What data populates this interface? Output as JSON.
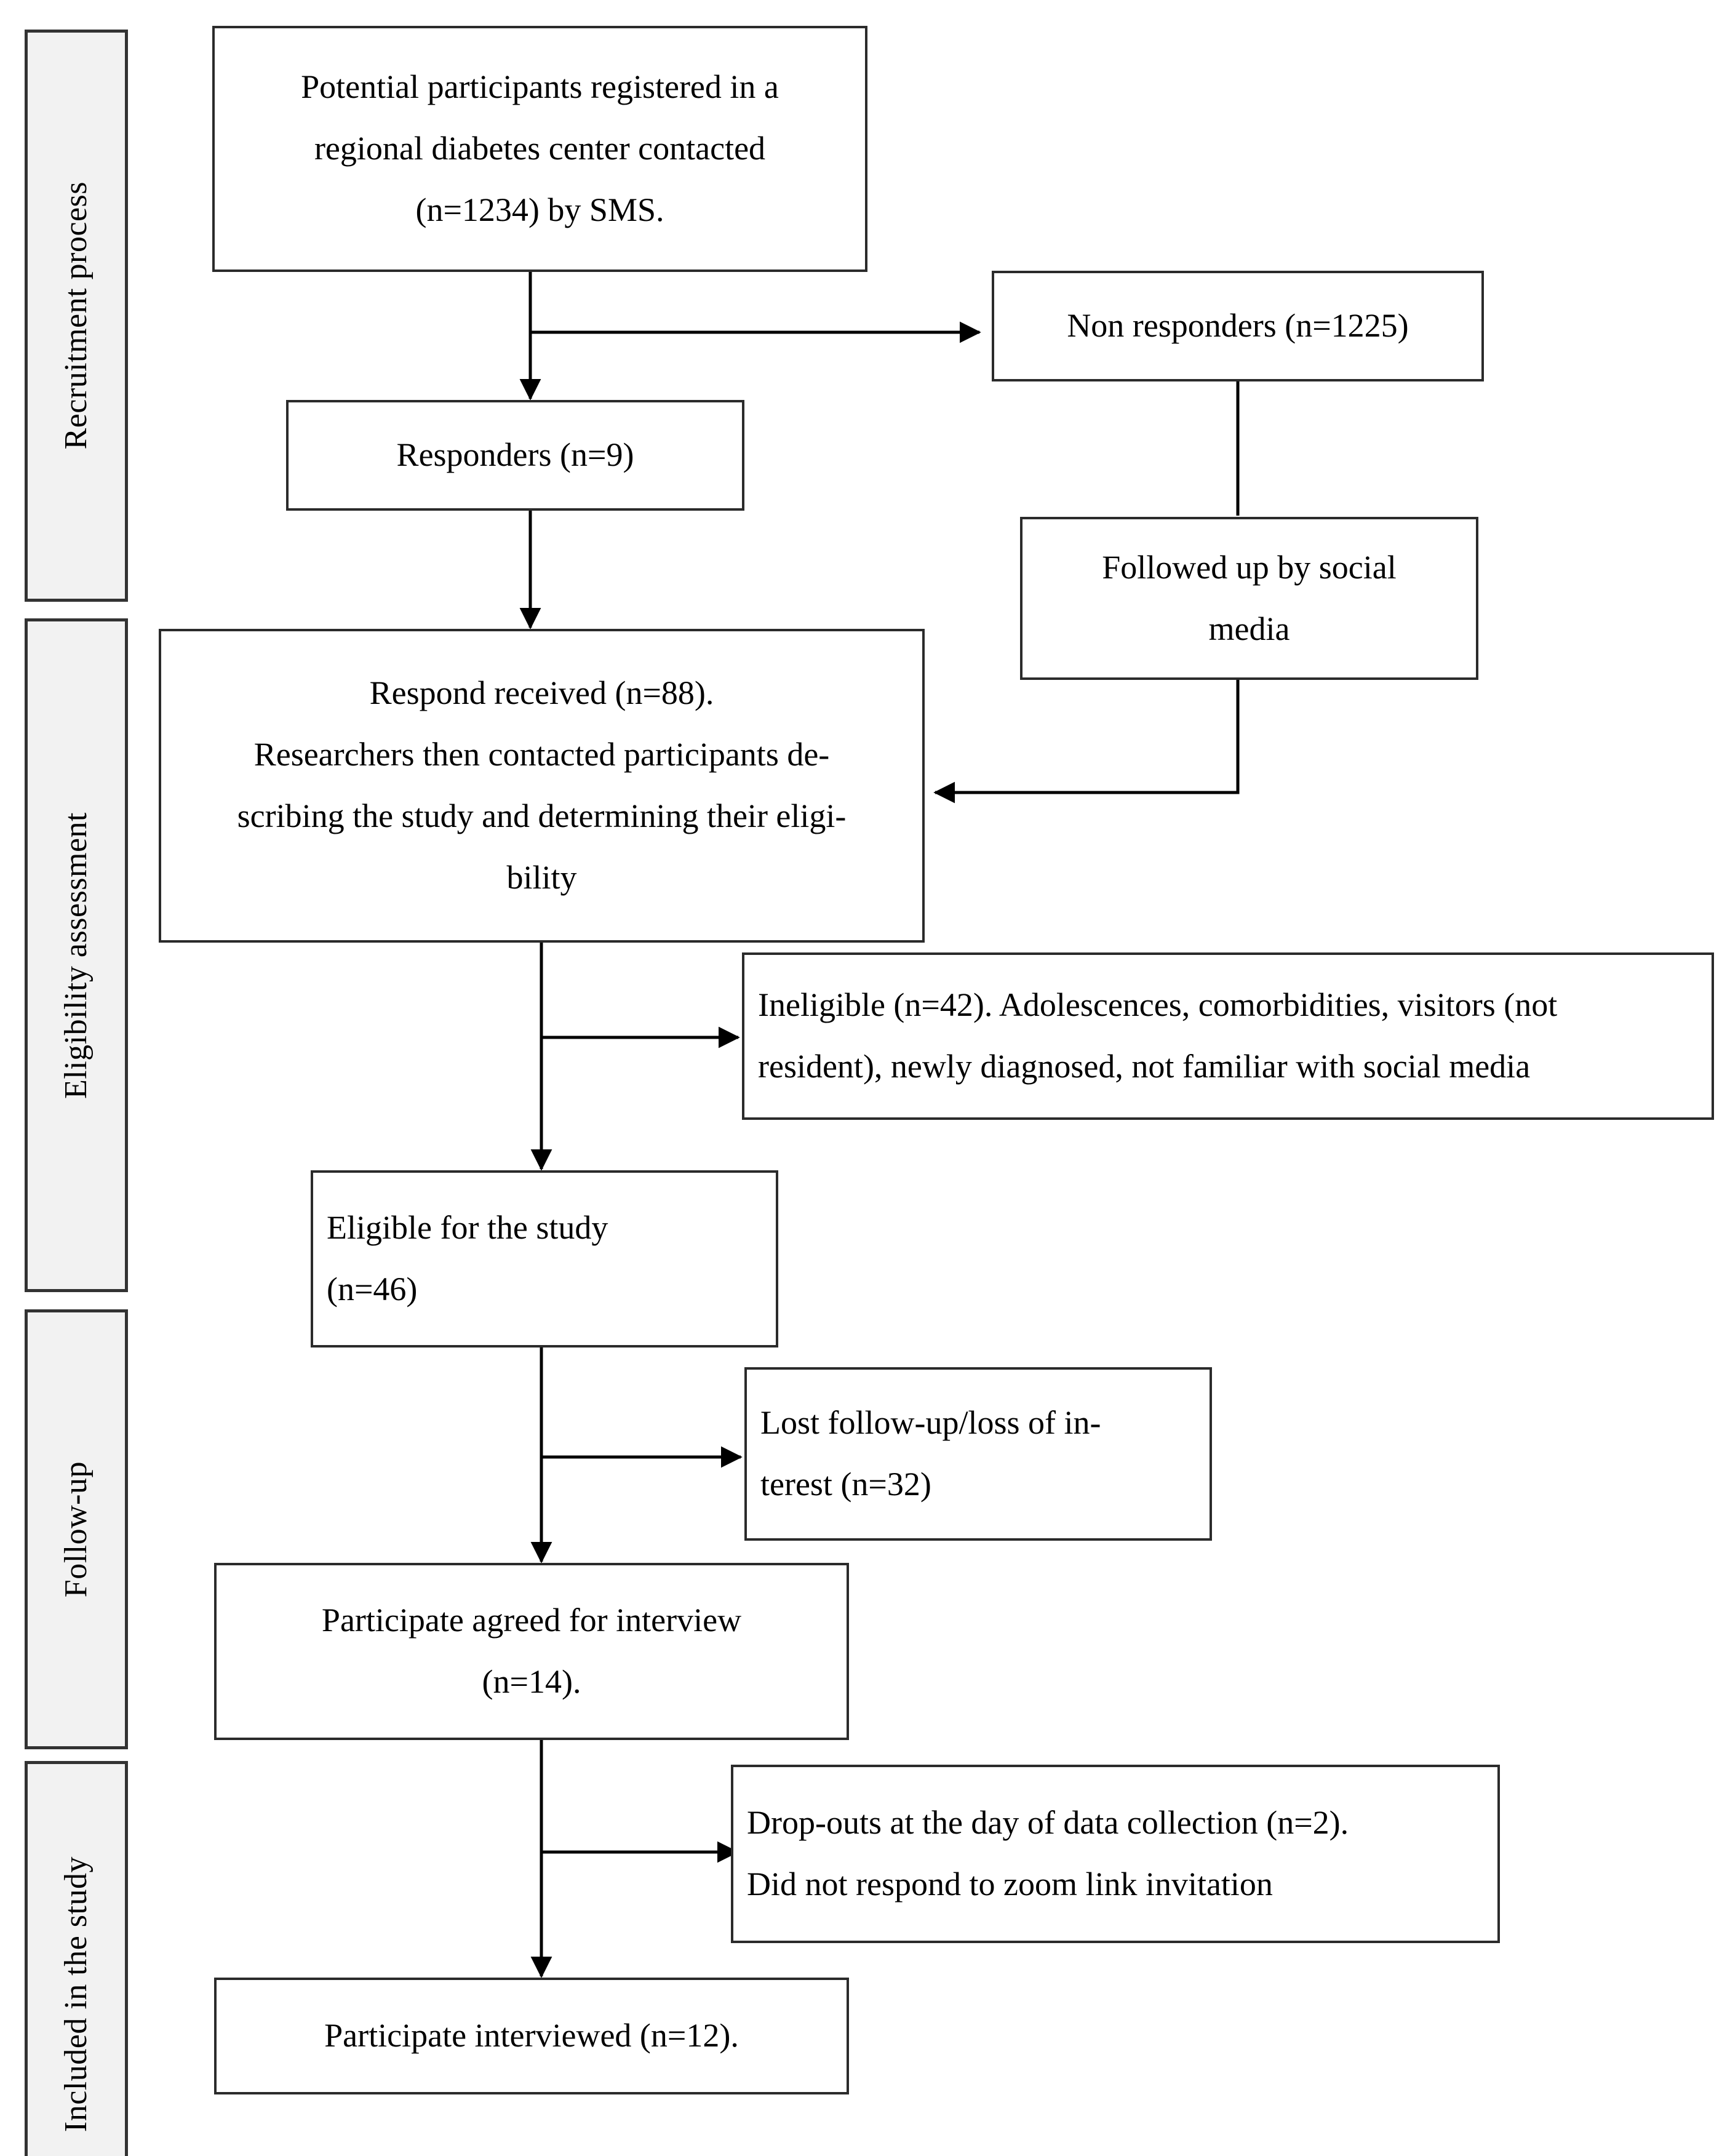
{
  "figure": {
    "type": "participant-flow-diagram",
    "orientation": "vertical",
    "colors": {
      "stage_fill": "#f2f2f2",
      "stage_border": "#333333",
      "node_fill": "#ffffff",
      "node_border": "#2b2b2b",
      "connector": "#000000",
      "page_background": "#ffffff"
    }
  },
  "stages": [
    {
      "id": "recruitment",
      "label": "Recruitment process"
    },
    {
      "id": "eligibility",
      "label": "Eligibility assessment"
    },
    {
      "id": "followup",
      "label": "Follow-up"
    },
    {
      "id": "included",
      "label": "Included in the study"
    }
  ],
  "nodes": [
    {
      "id": "registered",
      "stage": "recruitment",
      "align": "center",
      "lines": [
        "Potential participants registered in a",
        "regional diabetes center contacted",
        "(n=1234) by SMS."
      ],
      "n": 1234
    },
    {
      "id": "non-responders",
      "stage": "recruitment",
      "align": "center",
      "lines": [
        "Non responders (n=1225)"
      ],
      "n": 1225
    },
    {
      "id": "responders",
      "stage": "recruitment",
      "align": "center",
      "lines": [
        "Responders (n=9)"
      ],
      "n": 9
    },
    {
      "id": "followed-up-social-media",
      "stage": "recruitment",
      "align": "center",
      "lines": [
        "Followed up by social",
        "media"
      ],
      "n": null
    },
    {
      "id": "respond-received",
      "stage": "eligibility",
      "align": "center",
      "lines": [
        "Respond received (n=88).",
        "Researchers then contacted participants de-",
        "scribing the study and determining their eligi-",
        "bility"
      ],
      "n": 88
    },
    {
      "id": "ineligible",
      "stage": "eligibility",
      "align": "left",
      "lines": [
        "Ineligible (n=42). Adolescences, comorbidities, visitors (not",
        "resident), newly diagnosed, not familiar with social media"
      ],
      "n": 42
    },
    {
      "id": "eligible",
      "stage": "eligibility",
      "align": "left",
      "lines": [
        "Eligible for the study",
        "(n=46)"
      ],
      "n": 46
    },
    {
      "id": "lost-follow-up",
      "stage": "followup",
      "align": "left",
      "lines": [
        "Lost follow-up/loss of in-",
        "terest (n=32)"
      ],
      "n": 32
    },
    {
      "id": "agreed-interview",
      "stage": "followup",
      "align": "center",
      "lines": [
        "Participate agreed for interview",
        "(n=14)."
      ],
      "n": 14
    },
    {
      "id": "drop-outs",
      "stage": "included",
      "align": "left",
      "lines": [
        "Drop-outs at the day of data collection (n=2).",
        "Did not respond to zoom link invitation"
      ],
      "n": 2
    },
    {
      "id": "interviewed",
      "stage": "included",
      "align": "center",
      "lines": [
        "Participate interviewed (n=12)."
      ],
      "n": 12
    }
  ],
  "edges": [
    {
      "from": "registered",
      "to": "responders",
      "kind": "vertical-arrow"
    },
    {
      "from": "registered",
      "to": "non-responders",
      "kind": "branch-right-arrow"
    },
    {
      "from": "non-responders",
      "to": "followed-up-social-media",
      "kind": "vertical-plain"
    },
    {
      "from": "responders",
      "to": "respond-received",
      "kind": "vertical-arrow"
    },
    {
      "from": "followed-up-social-media",
      "to": "respond-received",
      "kind": "elbow-left-arrow"
    },
    {
      "from": "respond-received",
      "to": "eligible",
      "kind": "vertical-arrow"
    },
    {
      "from": "respond-received",
      "to": "ineligible",
      "kind": "branch-right-arrow"
    },
    {
      "from": "eligible",
      "to": "agreed-interview",
      "kind": "vertical-arrow"
    },
    {
      "from": "eligible",
      "to": "lost-follow-up",
      "kind": "branch-right-arrow"
    },
    {
      "from": "agreed-interview",
      "to": "interviewed",
      "kind": "vertical-arrow"
    },
    {
      "from": "agreed-interview",
      "to": "drop-outs",
      "kind": "branch-right-arrow"
    }
  ]
}
